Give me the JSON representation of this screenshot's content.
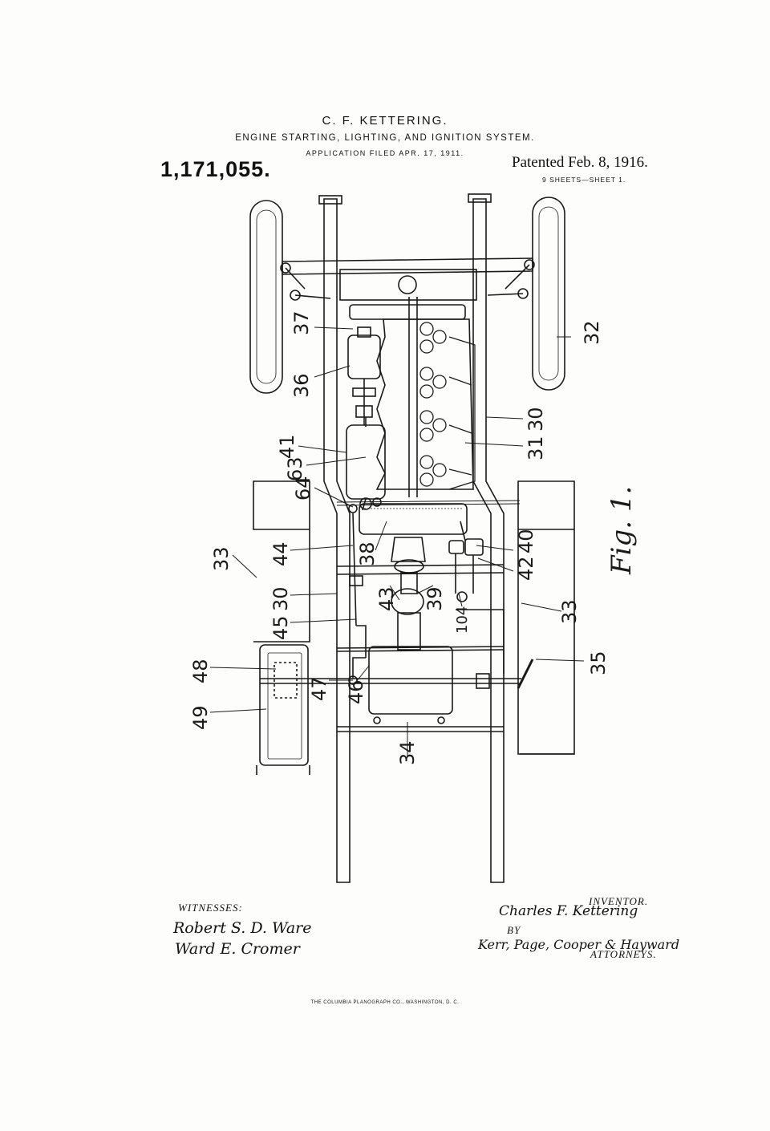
{
  "header": {
    "inventor": "C. F. KETTERING.",
    "title": "ENGINE STARTING, LIGHTING, AND IGNITION SYSTEM.",
    "application": "APPLICATION FILED APR. 17, 1911.",
    "patent_number": "1,171,055.",
    "patented": "Patented Feb. 8, 1916.",
    "sheets": "9 SHEETS—SHEET 1."
  },
  "figure": {
    "caption": "Fig. 1.",
    "labels": [
      "37",
      "36",
      "41",
      "63",
      "64",
      "33",
      "44",
      "30",
      "45",
      "48",
      "49",
      "47",
      "46",
      "34",
      "38",
      "43",
      "39",
      "104",
      "40",
      "42",
      "33",
      "35",
      "32",
      "30",
      "31"
    ]
  },
  "signatures": {
    "witnesses_label": "WITNESSES:",
    "witness_1": "Robert S. D. Ware",
    "witness_2": "Ward E. Cromer",
    "inventor_label": "INVENTOR.",
    "inventor_name": "Charles F. Kettering",
    "by_label": "BY",
    "attorneys_names": "Kerr, Page, Cooper & Hayward",
    "attorneys_label": "ATTORNEYS."
  },
  "footer": "THE COLUMBIA PLANOGRAPH CO., WASHINGTON, D. C."
}
